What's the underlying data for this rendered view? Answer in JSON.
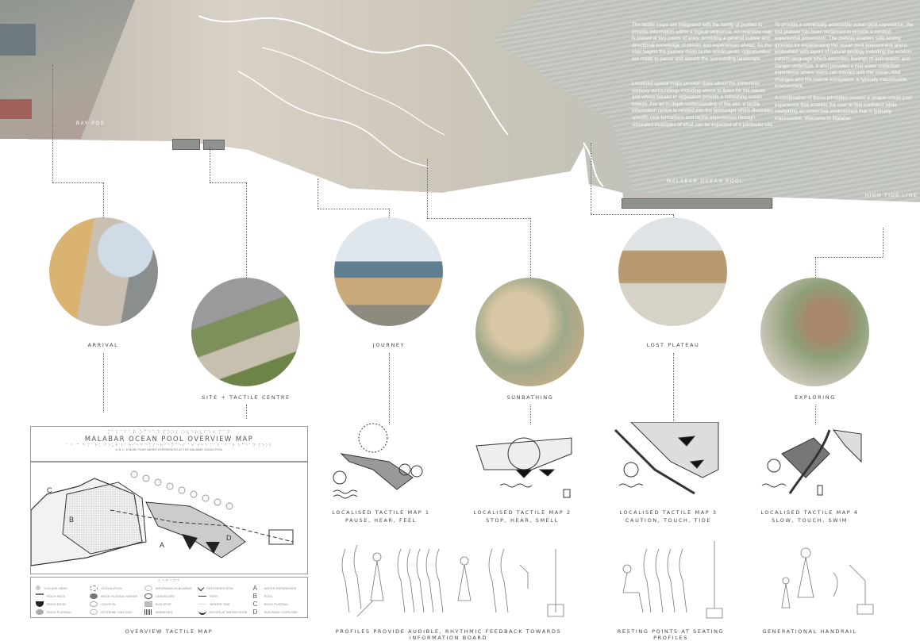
{
  "hero": {
    "paragraph_1": "The tactile maps are integrated with the family of profiles to provide information within a logical sequence. An overview map is placed at key points of entry, providing a general outline and directional knowledge of places and experiences ahead. As the user begins the journey down to the ocean pools, opportunities are made to pause and absorb the surrounding landscape.",
    "paragraph_2": "Localised spatial maps provide clues about the immersive sensory surroundings including where to listen for the waves and where breaks in vegetation provide a refreshing ocean breeze. For an in-depth understanding of the site, a tactile information centre is nestled into the landscape which illustrates specific rock formations and tactile experiences through simulated examples of what can be expected at a particular site.",
    "paragraph_3": "To provide a universally accessible ocean pool experience, the lost plateau has been reclaimed to provide a curated experiential procession. The plateau enables safe testing grounds for experiencing the ocean pool environment and is embedded with layers of natural geology including the erosion pattern language which describes feelings of anticipation and danger underfoot. It also provides a real water underfoot experience where users can interact with the ocean, tidal changes and the marine ecosystem, a typically inaccessible environment.",
    "paragraph_4": "A combination of these principles creates a unique ocean pool experience that enables the user to feel confident while navigating an immersive environment that is typically inaccessible. Welcome to Malabar.",
    "label_bay": "BAY POS",
    "label_pool": "MALABAR OCEAN POOL",
    "label_tide": "HIGH TIDE LINE"
  },
  "vignettes": [
    {
      "label": "ARRIVAL"
    },
    {
      "label": "SITE + TACTILE CENTRE"
    },
    {
      "label": "JOURNEY"
    },
    {
      "label": "SUNBATHING"
    },
    {
      "label": "LOST PLATEAU"
    },
    {
      "label": "EXPLORING"
    }
  ],
  "overview": {
    "braille_title": "⠍⠁⠇⠁⠃⠁⠗ ⠕⠉⠑⠁⠝ ⠏⠕⠕⠇ ⠕⠧⠑⠗⠧⠊⠑⠺ ⠍⠁⠏",
    "title": "MALABAR OCEAN POOL OVERVIEW MAP",
    "braille_subtitle": "⠁ ⠃ ⠉ ⠙ ⠍⠁⠗⠅ ⠋⠕⠥⠗ ⠧⠁⠗⠊⠑⠙ ⠑⠭⠏⠑⠗⠊⠑⠝⠉⠑⠎ ⠁⠞ ⠞⠓⠑ ⠍⠁⠇⠁⠃⠁⠗ ⠕⠉⠑⠁⠝ ⠏⠕⠕⠇",
    "subtitle": "A, B, C, D MARK FOUR VARIED EXPERIENCES AT THE MALABAR OCEAN POOL",
    "map_letters": [
      "A",
      "B",
      "C",
      "D"
    ],
    "legend_braille": "⠇⠑⠛⠑⠝⠙",
    "legend": [
      {
        "icon": "you-are-here",
        "label": "YOU ARE HERE"
      },
      {
        "icon": "rock-face",
        "label": "ROCK FACE"
      },
      {
        "icon": "rock-edge",
        "label": "ROCK EDGE"
      },
      {
        "icon": "rock-plateau",
        "label": "ROCK PLATEAU"
      },
      {
        "icon": "ocean-pool",
        "label": "OCEAN POOL"
      },
      {
        "icon": "rock-plateau-water",
        "label": "ROCK PLATEAU WATER"
      },
      {
        "icon": "caution",
        "label": "CAUTION"
      },
      {
        "icon": "extreme-caution",
        "label": "EXTREME CAUTION"
      },
      {
        "icon": "information-boards",
        "label": "INFORMATION BOARDS"
      },
      {
        "icon": "landscape",
        "label": "LANDSCAPE"
      },
      {
        "icon": "bus-stop",
        "label": "BUS STOP"
      },
      {
        "icon": "amenities",
        "label": "AMENITIES"
      },
      {
        "icon": "path-direction",
        "label": "PATH DIRECTION"
      },
      {
        "icon": "path",
        "label": "PATH"
      },
      {
        "icon": "higher-tide",
        "label": "HIGHER TIDE"
      },
      {
        "icon": "rocks-at-water-edge",
        "label": "ROCKS AT WATER EDGE"
      },
      {
        "icon": "letter-a",
        "label": "WATER EXPERIENCE"
      },
      {
        "icon": "letter-b",
        "label": "POOL"
      },
      {
        "icon": "letter-c",
        "label": "ROCK PLATEAU"
      },
      {
        "icon": "letter-d",
        "label": "SUN BAKE / EXPLORE"
      }
    ],
    "caption": "OVERVIEW TACTILE MAP"
  },
  "local_maps": [
    {
      "title": "LOCALISED TACTILE MAP 1",
      "subtitle": "PAUSE, HEAR, FEEL"
    },
    {
      "title": "LOCALISED TACTILE MAP 2",
      "subtitle": "STOP, HEAR, SMELL"
    },
    {
      "title": "LOCALISED TACTILE MAP 3",
      "subtitle": "CAUTION, TOUCH, TIDE"
    },
    {
      "title": "LOCALISED TACTILE MAP 4",
      "subtitle": "SLOW, TOUCH, SWIM"
    }
  ],
  "profiles": [
    {
      "caption": "PROFILES PROVIDE AUDIBLE, RHYTHMIC FEEDBACK TOWARDS INFORMATION BOARD"
    },
    {
      "caption": "RESTING POINTS AT SEATING PROFILES"
    },
    {
      "caption": "GENERATIONAL HANDRAIL"
    }
  ],
  "colors": {
    "ink": "#444444",
    "rock": "#d3cbbf",
    "water": "#c0c3bd",
    "text_on_image": "#ffffff"
  }
}
